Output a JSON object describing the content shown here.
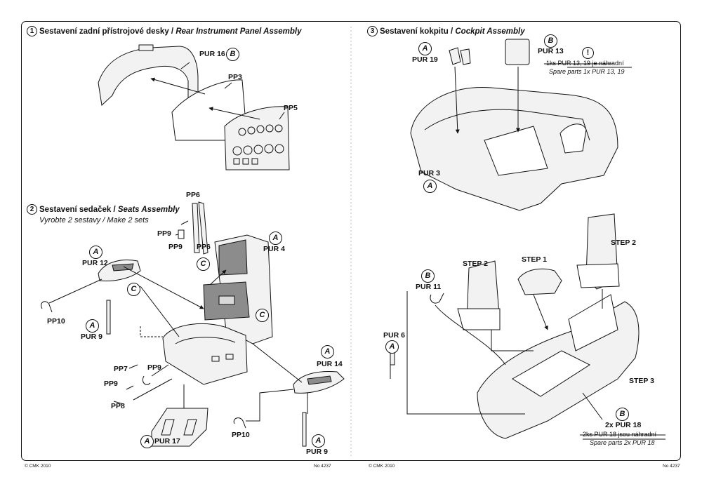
{
  "sections": {
    "rear_panel": {
      "number": "1",
      "title_cz": "Sestavení zadní přístrojové desky / ",
      "title_en": "Rear Instrument Panel Assembly"
    },
    "seats": {
      "number": "2",
      "title_cz": "Sestavení sedaček / ",
      "title_en": "Seats Assembly",
      "note": "Vyrobte 2 sestavy / Make 2 sets"
    },
    "cockpit": {
      "number": "3",
      "title_cz": "Sestavení kokpitu / ",
      "title_en": "Cockpit Assembly"
    }
  },
  "parts": {
    "pur16": "PUR 16",
    "pp3": "PP3",
    "pp5": "PP5",
    "pp6_top": "PP6",
    "pp9_a": "PP9",
    "pp9_b": "PP9",
    "pp6_b": "PP6",
    "pur4": "PUR 4",
    "pur12": "PUR 12",
    "pp10_a": "PP10",
    "pur9_a": "PUR 9",
    "pp7": "PP7",
    "pp9_c": "PP9",
    "pp9_d": "PP9",
    "pp8": "PP8",
    "pur17": "PUR 17",
    "pp10_b": "PP10",
    "pur9_b": "PUR 9",
    "pur14": "PUR 14",
    "pur19": "PUR 19",
    "pur13": "PUR 13",
    "pur3": "PUR 3",
    "pur11": "PUR 11",
    "pur6": "PUR 6",
    "pur18": "2x PUR 18"
  },
  "steps": {
    "step1": "STEP 1",
    "step2_a": "STEP 2",
    "step2_b": "STEP 2",
    "step3": "STEP 3"
  },
  "badges": {
    "pur16": "B",
    "pur4": "A",
    "c1": "C",
    "c2": "C",
    "pur12": "A",
    "c3": "C",
    "pur9_a": "A",
    "pur14": "A",
    "pur17": "A",
    "pur9_b": "A",
    "pur19": "A",
    "pur13": "B",
    "pur3": "A",
    "pur11": "B",
    "pur6": "A",
    "pur18": "B"
  },
  "notes": {
    "warning_symbol": "!",
    "spare_13_19_cz": "1ks PUR 13, 19 je náhradní",
    "spare_13_19_en": "Spare parts 1x PUR 13, 19",
    "spare_18_cz": "2ks PUR 18 jsou náhradní",
    "spare_18_en": "Spare parts 2x PUR 18"
  },
  "footer": {
    "copyright_left": "© CMK 2010",
    "number_left": "No 4237",
    "copyright_right": "© CMK 2010",
    "number_right": "No 4237"
  },
  "colors": {
    "line": "#111111",
    "part_fill": "#f2f2f2",
    "dark_fill": "#8c8c8c"
  }
}
